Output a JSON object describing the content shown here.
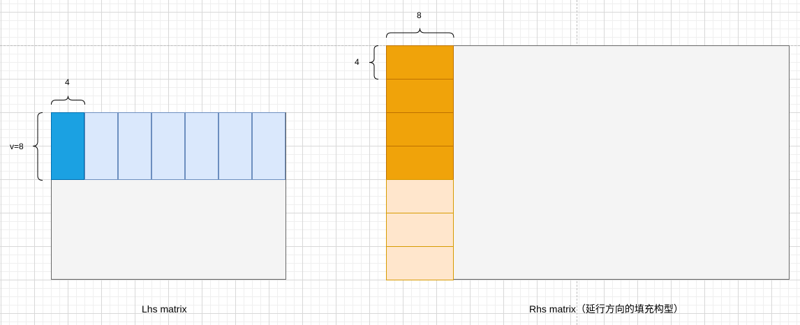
{
  "lhs": {
    "caption": "Lhs matrix",
    "row_label": "v=8",
    "col_label": "4",
    "strip_cells": 7,
    "active_cells": 1
  },
  "rhs": {
    "caption": "Rhs matrix（延行方向的填充构型）",
    "row_label": "4",
    "col_label": "8",
    "strip_cells": 7,
    "active_cells": 4
  },
  "colors": {
    "lhs_active": "#1ba1e2",
    "lhs_inactive": "#dae8fc",
    "rhs_active": "#f0a30a",
    "rhs_inactive": "#ffe6cc",
    "matrix_fill": "#f4f4f4"
  }
}
